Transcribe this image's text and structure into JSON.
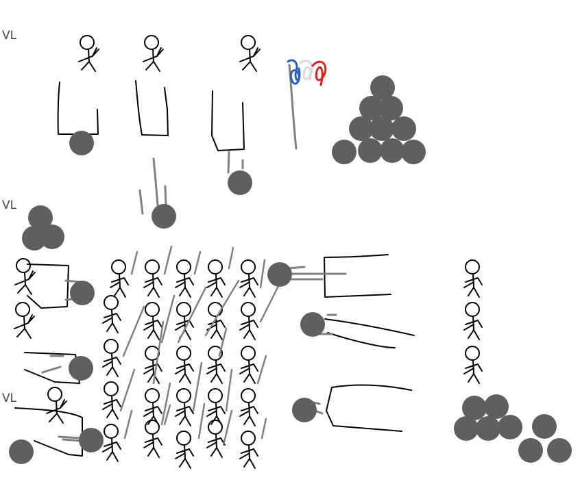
{
  "labels": {
    "row1": "VL",
    "row2": "VL",
    "row3": "VL"
  },
  "colors": {
    "ink": "#000000",
    "ball": "#5f5f5f",
    "streak": "#808080",
    "flag_blue": "#2a5bbf",
    "flag_white": "#d9d9d9",
    "flag_red": "#e02020"
  }
}
